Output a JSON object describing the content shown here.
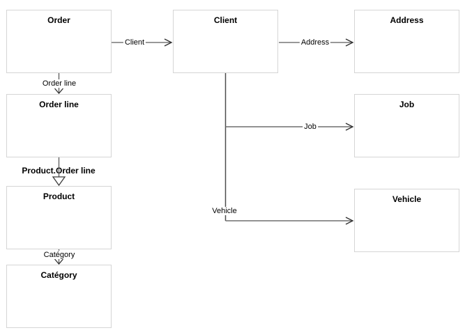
{
  "diagram": {
    "nodes": [
      {
        "id": "order",
        "title": "Order"
      },
      {
        "id": "client",
        "title": "Client"
      },
      {
        "id": "address",
        "title": "Address"
      },
      {
        "id": "order-line",
        "title": "Order line"
      },
      {
        "id": "job",
        "title": "Job"
      },
      {
        "id": "product",
        "title": "Product"
      },
      {
        "id": "vehicle",
        "title": "Vehicle"
      },
      {
        "id": "category",
        "title": "Catégory"
      }
    ],
    "edges": [
      {
        "from": "Order",
        "to": "Client",
        "label": "Client",
        "arrowhead": "open-v"
      },
      {
        "from": "Client",
        "to": "Address",
        "label": "Address",
        "arrowhead": "open-v"
      },
      {
        "from": "Order",
        "to": "Order line",
        "label": "Order line",
        "arrowhead": "open-v"
      },
      {
        "from": "Client",
        "to": "Job",
        "label": "Job",
        "arrowhead": "open-v"
      },
      {
        "from": "Order line",
        "to": "Product",
        "label": "Product.Order line",
        "arrowhead": "hollow-triangle"
      },
      {
        "from": "Client",
        "to": "Vehicle",
        "label": "Vehicle",
        "arrowhead": "open-v"
      },
      {
        "from": "Product",
        "to": "Catégory",
        "label": "Catégory",
        "arrowhead": "open-v"
      }
    ],
    "colors": {
      "line": "#5b5b5b",
      "arrowhead": "#2f2f2f",
      "box_border": "#d5d5d5",
      "box_fill": "#ffffff",
      "text": "#000000"
    }
  }
}
